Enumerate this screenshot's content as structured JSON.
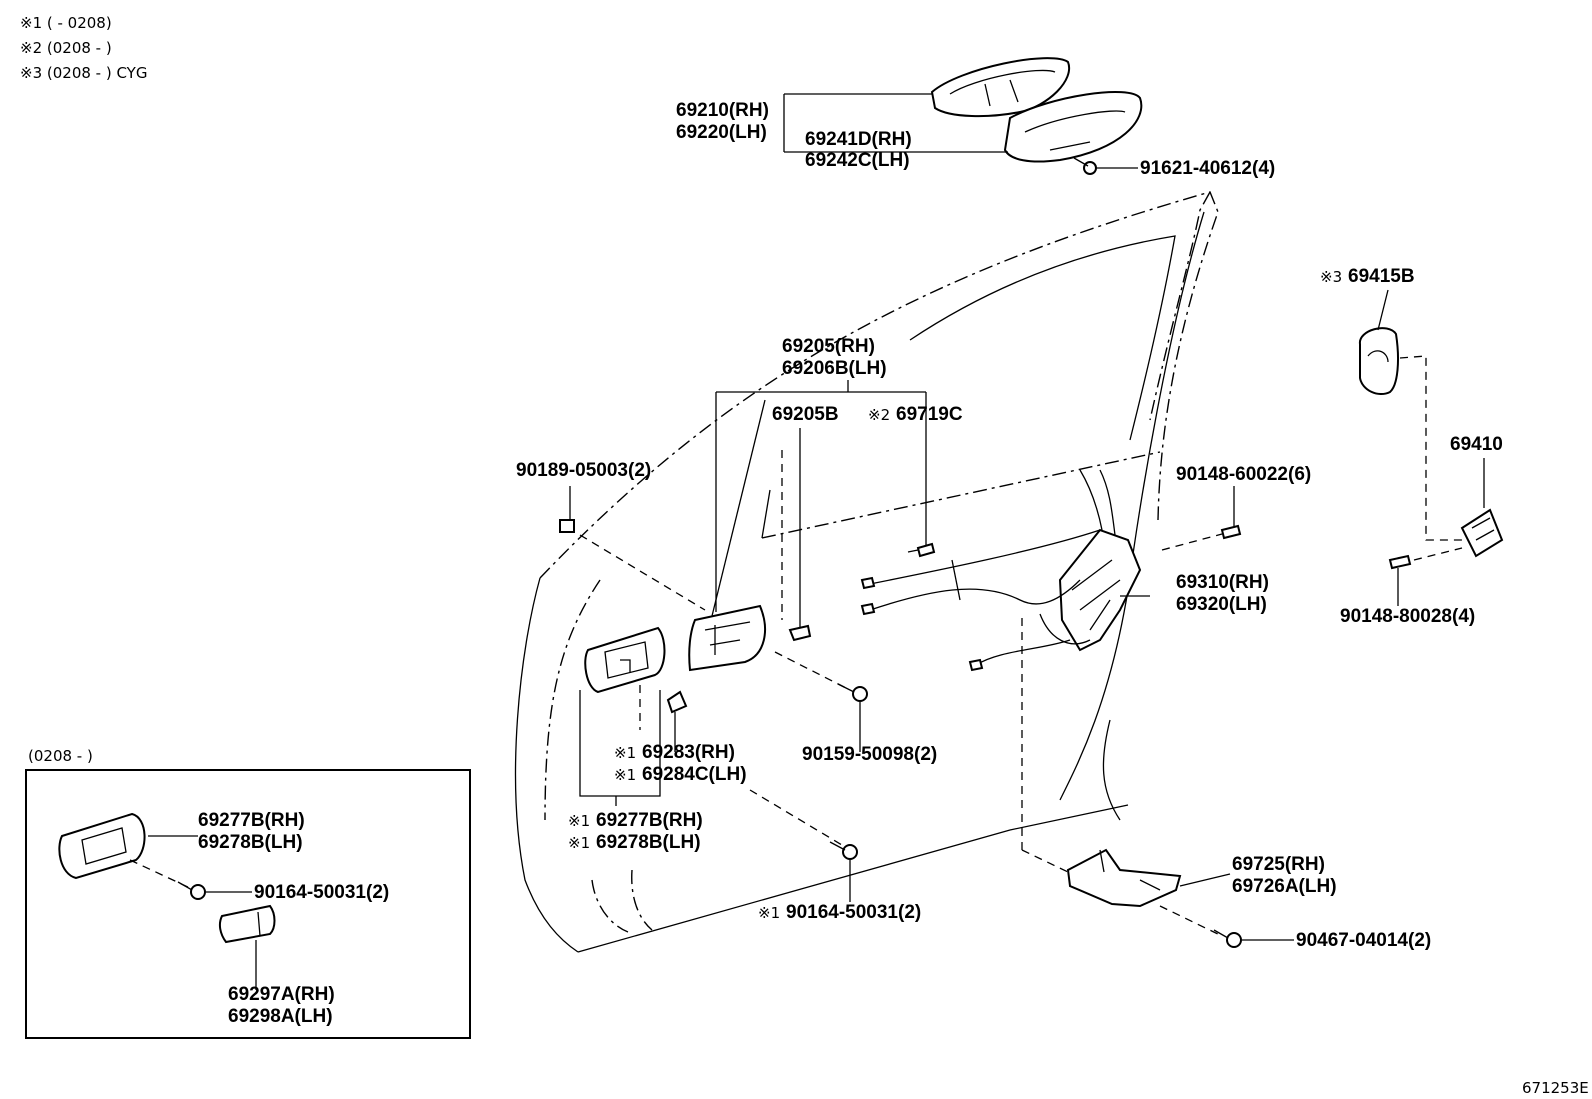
{
  "notes": [
    "※1 (      - 0208)",
    "※2 (0208 -      )",
    "※3 (0208 -      ) CYG"
  ],
  "inset_label": "(0208 -      )",
  "diagram_code": "671253E",
  "labels": {
    "l69210": "69210(RH)",
    "l69220": "69220(LH)",
    "l69241": "69241D(RH)",
    "l69242": "69242C(LH)",
    "l91621": "91621-40612(4)",
    "l69415m": "※3",
    "l69415": "69415B",
    "l69410": "69410",
    "l69205": "69205(RH)",
    "l69206": "69206B(LH)",
    "l69205b": "69205B",
    "l69719m": "※2",
    "l69719": "69719C",
    "l90189": "90189-05003(2)",
    "l90148a": "90148-60022(6)",
    "l69310": "69310(RH)",
    "l69320": "69320(LH)",
    "l90148b": "90148-80028(4)",
    "l90159": "90159-50098(2)",
    "l69283m": "※1",
    "l69283": "69283(RH)",
    "l69284m": "※1",
    "l69284": "69284C(LH)",
    "l69277m": "※1",
    "l69277": "69277B(RH)",
    "l69278m": "※1",
    "l69278": "69278B(LH)",
    "l90164m": "※1",
    "l90164": "90164-50031(2)",
    "l69725": "69725(RH)",
    "l69726": "69726A(LH)",
    "l90467": "90467-04014(2)",
    "i69277": "69277B(RH)",
    "i69278": "69278B(LH)",
    "i90164": "90164-50031(2)",
    "i69297": "69297A(RH)",
    "i69298": "69298A(LH)"
  }
}
